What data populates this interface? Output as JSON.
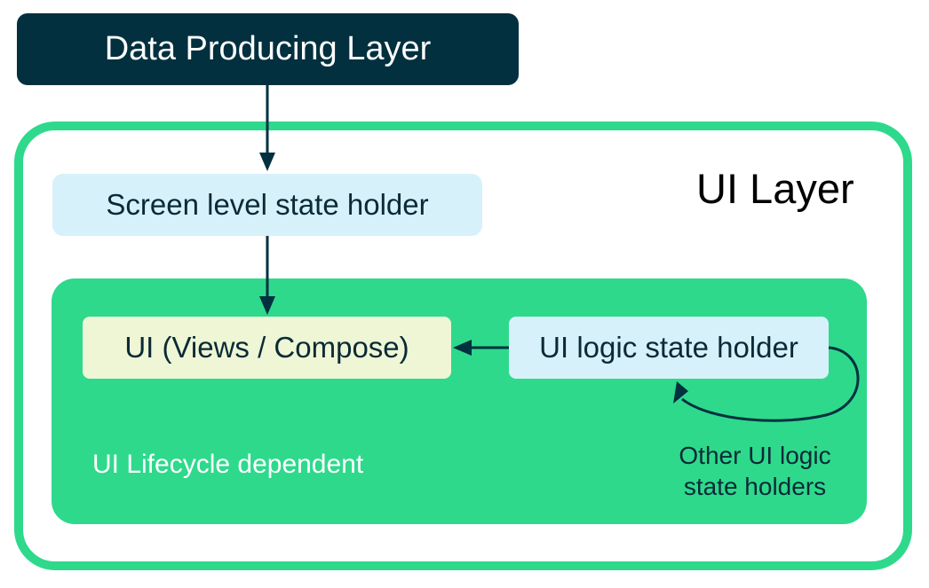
{
  "data_layer": {
    "label": "Data Producing Layer"
  },
  "ui_layer": {
    "title": "UI Layer",
    "screen_state_holder": "Screen level state holder",
    "lifecycle": {
      "label": "UI Lifecycle dependent",
      "ui": "UI (Views / Compose)",
      "logic_state_holder": "UI logic state holder",
      "other_holders": "Other UI logic\nstate holders"
    }
  },
  "colors": {
    "dark": "#02303f",
    "green": "#2ed98c",
    "light_blue": "#d7f1fb",
    "light_yellow": "#eef6d5"
  }
}
